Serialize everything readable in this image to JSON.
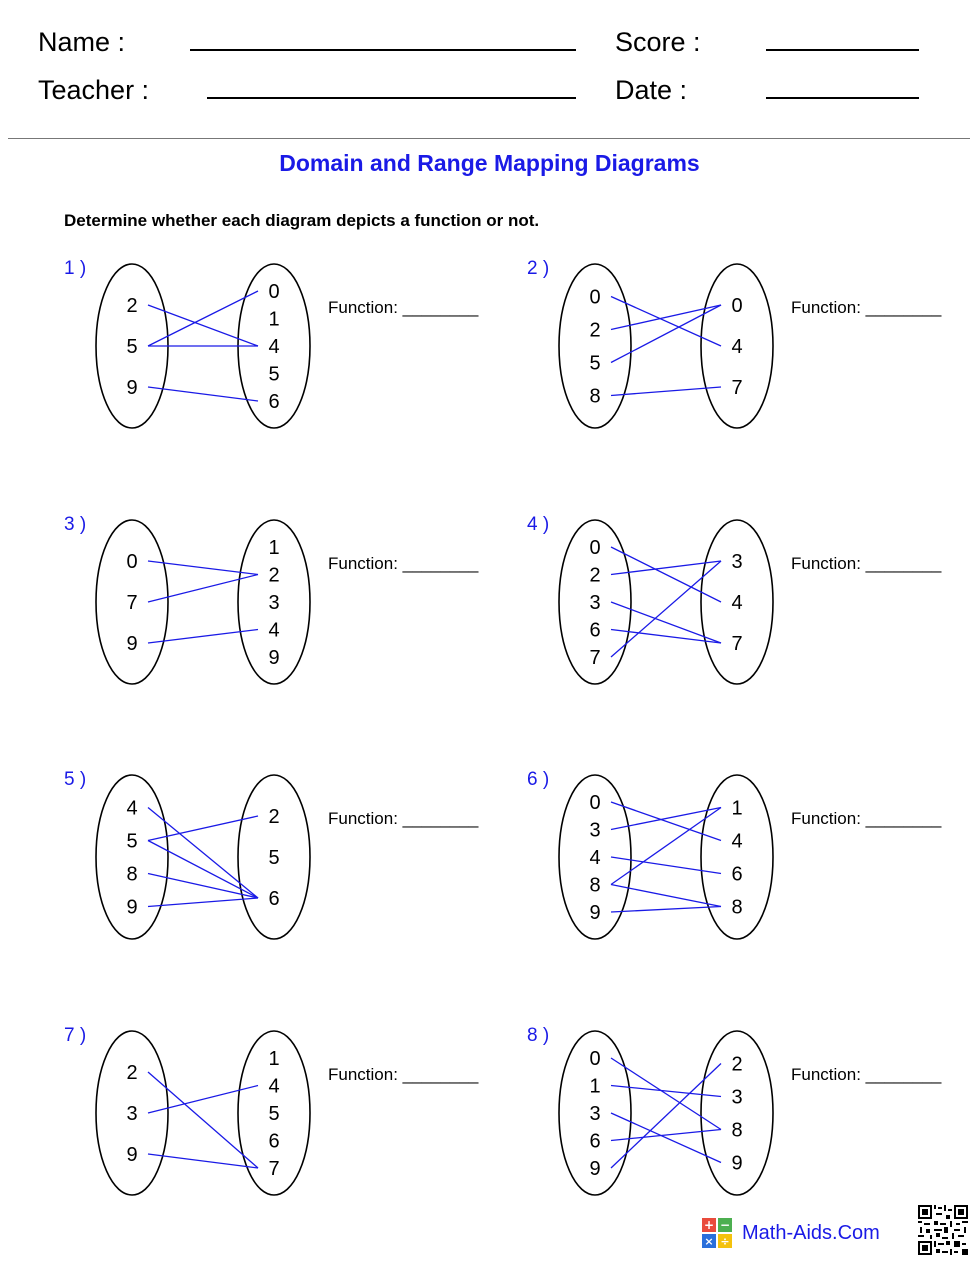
{
  "header": {
    "name_label": "Name :",
    "teacher_label": "Teacher :",
    "score_label": "Score :",
    "date_label": "Date :"
  },
  "title": "Domain and Range Mapping Diagrams",
  "instructions": "Determine whether each diagram depicts a function or not.",
  "function_label": "Function: ________",
  "problems": [
    {
      "number": "1 )",
      "domain": [
        "2",
        "5",
        "9"
      ],
      "range": [
        "0",
        "1",
        "4",
        "5",
        "6"
      ],
      "mappings": [
        [
          0,
          2
        ],
        [
          1,
          0
        ],
        [
          1,
          2
        ],
        [
          2,
          4
        ]
      ]
    },
    {
      "number": "2 )",
      "domain": [
        "0",
        "2",
        "5",
        "8"
      ],
      "range": [
        "0",
        "4",
        "7"
      ],
      "mappings": [
        [
          0,
          1
        ],
        [
          1,
          0
        ],
        [
          2,
          0
        ],
        [
          3,
          2
        ]
      ]
    },
    {
      "number": "3 )",
      "domain": [
        "0",
        "7",
        "9"
      ],
      "range": [
        "1",
        "2",
        "3",
        "4",
        "9"
      ],
      "mappings": [
        [
          0,
          1
        ],
        [
          1,
          1
        ],
        [
          2,
          3
        ]
      ]
    },
    {
      "number": "4 )",
      "domain": [
        "0",
        "2",
        "3",
        "6",
        "7"
      ],
      "range": [
        "3",
        "4",
        "7"
      ],
      "mappings": [
        [
          0,
          1
        ],
        [
          1,
          0
        ],
        [
          2,
          2
        ],
        [
          3,
          2
        ],
        [
          4,
          0
        ]
      ]
    },
    {
      "number": "5 )",
      "domain": [
        "4",
        "5",
        "8",
        "9"
      ],
      "range": [
        "2",
        "5",
        "6"
      ],
      "mappings": [
        [
          0,
          2
        ],
        [
          1,
          0
        ],
        [
          1,
          2
        ],
        [
          2,
          2
        ],
        [
          3,
          2
        ]
      ]
    },
    {
      "number": "6 )",
      "domain": [
        "0",
        "3",
        "4",
        "8",
        "9"
      ],
      "range": [
        "1",
        "4",
        "6",
        "8"
      ],
      "mappings": [
        [
          0,
          1
        ],
        [
          1,
          0
        ],
        [
          2,
          2
        ],
        [
          3,
          0
        ],
        [
          3,
          3
        ],
        [
          4,
          3
        ]
      ]
    },
    {
      "number": "7 )",
      "domain": [
        "2",
        "3",
        "9"
      ],
      "range": [
        "1",
        "4",
        "5",
        "6",
        "7"
      ],
      "mappings": [
        [
          0,
          4
        ],
        [
          1,
          1
        ],
        [
          2,
          4
        ]
      ]
    },
    {
      "number": "8 )",
      "domain": [
        "0",
        "1",
        "3",
        "6",
        "9"
      ],
      "range": [
        "2",
        "3",
        "8",
        "9"
      ],
      "mappings": [
        [
          0,
          2
        ],
        [
          1,
          1
        ],
        [
          2,
          3
        ],
        [
          3,
          2
        ],
        [
          4,
          0
        ]
      ]
    }
  ],
  "colors": {
    "accent": "#1a1ae6",
    "line": "#1a1ae6"
  },
  "footer": {
    "site": "Math-Aids.Com",
    "logo_icon": "math-aids-logo-icon",
    "qr_icon": "qr-code-icon"
  }
}
